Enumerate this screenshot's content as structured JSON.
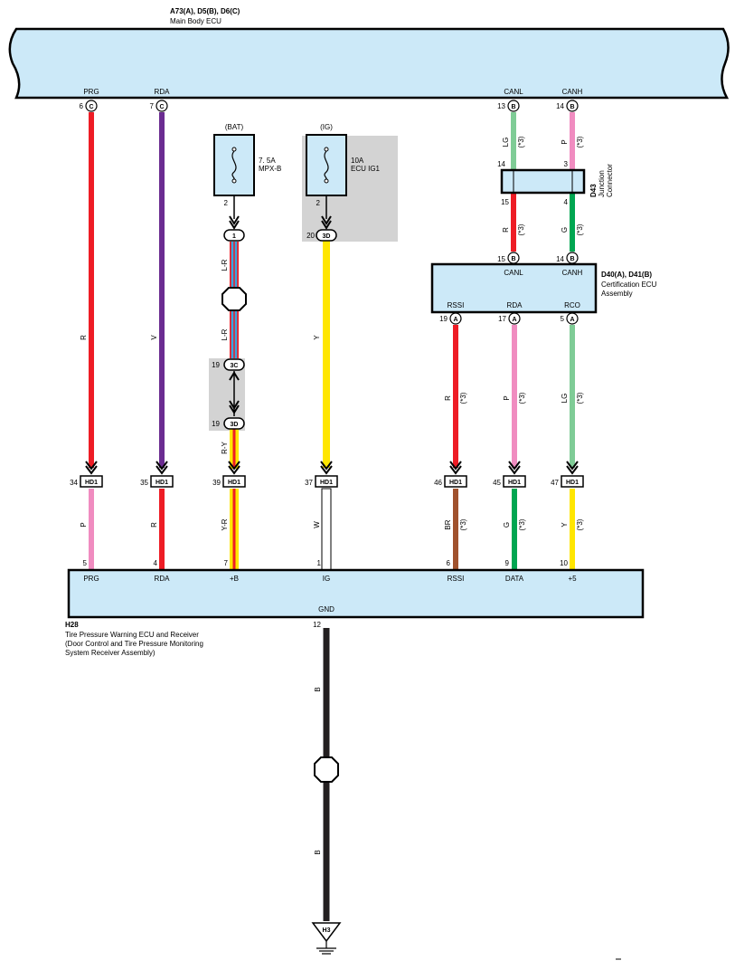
{
  "colors": {
    "box_fill": "#cce9f8",
    "shade": "#d3d3d3",
    "R": "#ee1c25",
    "V": "#6b2c91",
    "P": "#f08cc0",
    "LG": "#7fcc96",
    "G": "#00a651",
    "Y": "#ffe600",
    "L": "#37a6e0",
    "BR": "#a0522d",
    "W": "#ffffff",
    "B": "#231f20"
  },
  "main_ecu": {
    "code": "A73(A), D5(B), D6(C)",
    "name": "Main Body ECU",
    "pins": [
      {
        "num": "6",
        "conn": "C",
        "signal": "PRG"
      },
      {
        "num": "7",
        "conn": "C",
        "signal": "RDA"
      },
      {
        "num": "13",
        "conn": "B",
        "signal": "CANL"
      },
      {
        "num": "14",
        "conn": "B",
        "signal": "CANH"
      }
    ]
  },
  "fuses": [
    {
      "source": "(BAT)",
      "rating": "7. 5A",
      "name": "MPX-B",
      "pin": "2"
    },
    {
      "source": "(IG)",
      "rating": "10A",
      "name": "ECU IG1",
      "pin": "2"
    }
  ],
  "junction": {
    "code": "D43",
    "name_line1": "Junction",
    "name_line2": "Connector",
    "pins_top": [
      "14",
      "3"
    ],
    "pins_bottom": [
      "15",
      "4"
    ]
  },
  "connectors": {
    "bat_jc": {
      "pin": "1"
    },
    "ig_jc": {
      "pin": "20",
      "conn": "3D"
    },
    "mid_top": {
      "pin": "19",
      "conn": "3C"
    },
    "mid_bot": {
      "pin": "19",
      "conn": "3D"
    }
  },
  "cert_ecu": {
    "code": "D40(A), D41(B)",
    "name_line1": "Certification ECU",
    "name_line2": "Assembly",
    "in_pins": [
      {
        "num": "15",
        "conn": "B",
        "signal": "CANL"
      },
      {
        "num": "14",
        "conn": "B",
        "signal": "CANH"
      }
    ],
    "out_pins": [
      {
        "num": "19",
        "conn": "A",
        "signal": "RSSI"
      },
      {
        "num": "17",
        "conn": "A",
        "signal": "RDA"
      },
      {
        "num": "5",
        "conn": "A",
        "signal": "RCO"
      }
    ]
  },
  "hd1": {
    "label": "HD1",
    "pins": [
      "34",
      "35",
      "39",
      "37",
      "46",
      "45",
      "47"
    ]
  },
  "receiver": {
    "code": "H28",
    "name_line1": "Tire Pressure Warning ECU and Receiver",
    "name_line2": "(Door Control and Tire Pressure Monitoring",
    "name_line3": " System Receiver Assembly)",
    "pins": [
      {
        "num": "5",
        "signal": "PRG"
      },
      {
        "num": "4",
        "signal": "RDA"
      },
      {
        "num": "7",
        "signal": "+B"
      },
      {
        "num": "1",
        "signal": "IG"
      },
      {
        "num": "6",
        "signal": "RSSI"
      },
      {
        "num": "9",
        "signal": "DATA"
      },
      {
        "num": "10",
        "signal": "+5"
      }
    ],
    "gnd_signal": "GND",
    "gnd_pin": "12"
  },
  "ground": {
    "label": "H3"
  },
  "wire_labels": {
    "prg_upper": "R",
    "prg_lower": "P",
    "rda_upper": "V",
    "rda_lower": "R",
    "b_upper1": "L-R",
    "b_upper2": "L-R",
    "b_mid": "R-Y",
    "b_lower": "Y-R",
    "ig_upper": "Y",
    "ig_lower": "W",
    "canl_upper": "LG",
    "canh_upper": "P",
    "canl_mid": "R",
    "canh_mid": "G",
    "rssi_upper": "R",
    "rssi_lower": "BR",
    "rda2_upper": "P",
    "rda2_lower": "G",
    "rco_upper": "LG",
    "rco_lower": "Y",
    "gnd_upper": "B",
    "gnd_lower": "B"
  },
  "note": "(*3)"
}
